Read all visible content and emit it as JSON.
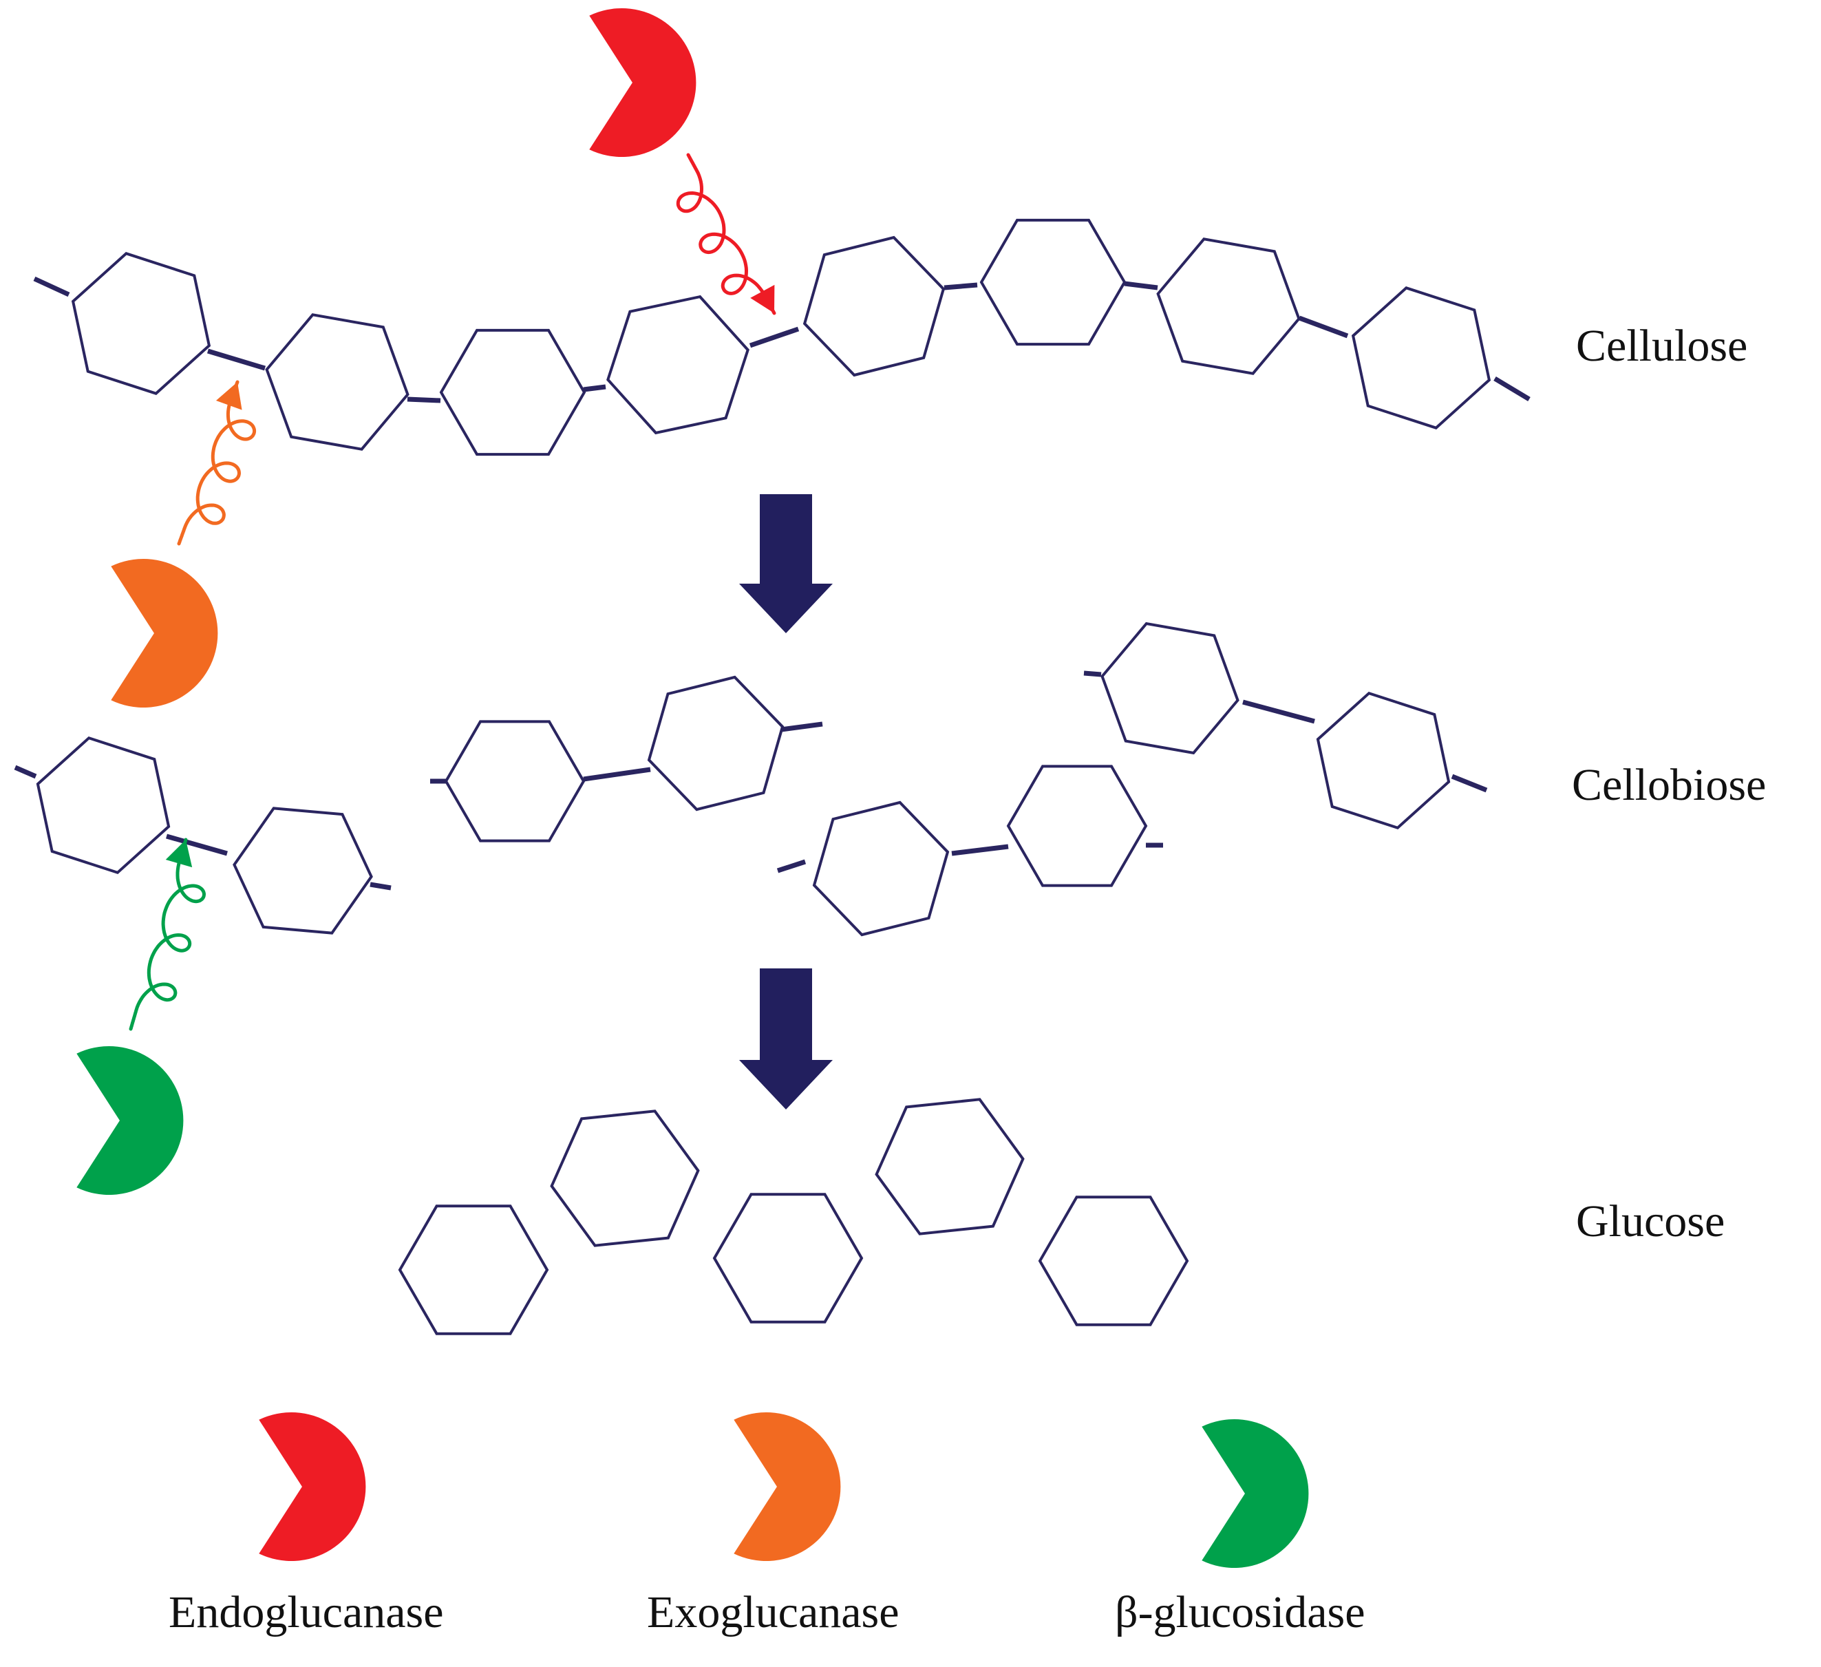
{
  "stages": [
    {
      "id": "cellulose",
      "label": "Cellulose"
    },
    {
      "id": "cellobiose",
      "label": "Cellobiose"
    },
    {
      "id": "glucose",
      "label": "Glucose"
    }
  ],
  "legend": [
    {
      "id": "endoglucanase",
      "label": "Endoglucanase",
      "color": "#ee1c25"
    },
    {
      "id": "exoglucanase",
      "label": "Exoglucanase",
      "color": "#f26a21"
    },
    {
      "id": "beta-glucosidase",
      "label": "β-glucosidase",
      "color": "#00a14b"
    }
  ],
  "colors": {
    "ring_stroke": "#2a2560",
    "process_arrow": "#221f5e"
  }
}
